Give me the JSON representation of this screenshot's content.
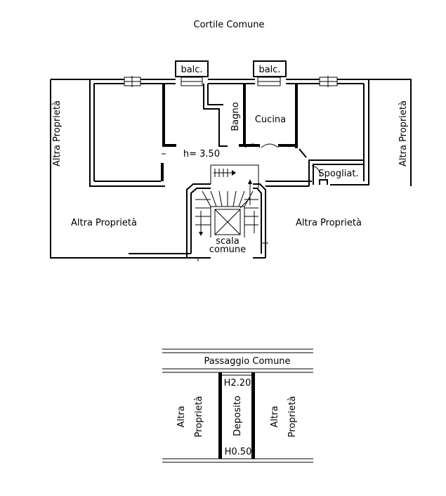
{
  "plan_main": {
    "courtyard": "Cortile Comune",
    "balcony_left": "balc.",
    "balcony_right": "balc.",
    "bathroom": "Bagno",
    "kitchen": "Cucina",
    "ceiling_height": "h= 3.50",
    "dressing_room": "Spogliat.",
    "stair_line1": "scala",
    "stair_line2": "comune",
    "neighbor_left_vertical": "Altra Proprietà",
    "neighbor_right_vertical": "Altra Proprietà",
    "neighbor_left_below": "Altra Proprietà",
    "neighbor_right_below": "Altra Proprietà"
  },
  "plan_storage": {
    "passage": "Passaggio Comune",
    "height_top": "H2.20",
    "storage": "Deposito",
    "height_bottom": "H0.50",
    "neighbor_left_line1": "Altra",
    "neighbor_left_line2": "Proprietà",
    "neighbor_right_line1": "Altra",
    "neighbor_right_line2": "Proprietà"
  }
}
